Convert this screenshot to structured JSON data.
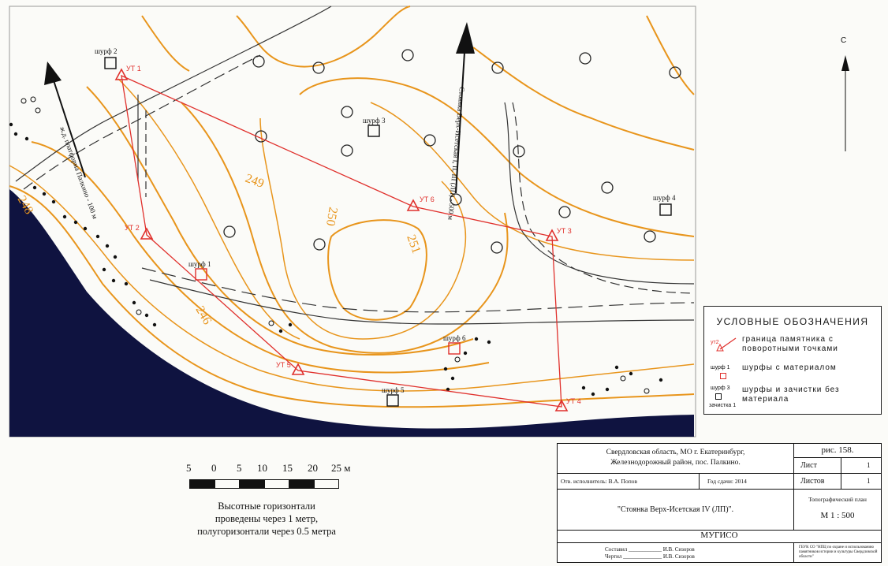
{
  "map": {
    "north_label": "С",
    "contour_labels": [
      "249",
      "250",
      "251",
      "248",
      "246"
    ],
    "points": [
      {
        "label": "УТ 1"
      },
      {
        "label": "УТ 2"
      },
      {
        "label": "УТ 3"
      },
      {
        "label": "УТ 4"
      },
      {
        "label": "УТ 5"
      },
      {
        "label": "УТ 6"
      }
    ],
    "pits": [
      {
        "label": "шурф 1",
        "type": "with-material"
      },
      {
        "label": "шурф 2",
        "type": "no-material"
      },
      {
        "label": "шурф 3",
        "type": "no-material"
      },
      {
        "label": "шурф 4",
        "type": "no-material"
      },
      {
        "label": "шурф 5",
        "type": "no-material"
      },
      {
        "label": "шурф 6",
        "type": "with-material"
      }
    ],
    "arrow_labels": [
      {
        "id": "rail",
        "text": "ж.д. платформа Палкино - 100 м"
      },
      {
        "id": "site",
        "text": "Стоянка Верх-Исетская I, II, III (ЛП) - 500 м"
      }
    ],
    "colors": {
      "contour": "#e8951c",
      "boundary": "#e0302c",
      "water": "#0f1340",
      "road": "#333333"
    }
  },
  "legend": {
    "title": "УСЛОВНЫЕ ОБОЗНАЧЕНИЯ",
    "items": [
      {
        "symbol_label": "ут2",
        "text": "граница памятника с поворотными точками"
      },
      {
        "symbol_label": "шурф 1",
        "text": "шурфы с материалом"
      },
      {
        "symbol_label": "шурф 3",
        "symbol_label2": "зачистка 1",
        "text": "шурфы и зачистки без материала"
      }
    ]
  },
  "scale": {
    "ticks": [
      "5",
      "0",
      "5",
      "10",
      "15",
      "20",
      "25 м"
    ],
    "caption": [
      "Высотные горизонтали",
      "проведены через 1 метр,",
      "полугоризонтали через 0.5 метра"
    ]
  },
  "title_block": {
    "location": [
      "Свердловская область, МО г. Екатеринбург,",
      "Железнодорожный район, пос. Палкино."
    ],
    "fig": "рис. 158.",
    "sheet_label": "Лист",
    "sheet_value": "1",
    "sheets_label": "Листов",
    "sheets_value": "1",
    "executor": "Отв. исполнитель: В.А. Попов",
    "year": "Год сдачи: 2014",
    "site_name": "\"Стоянка Верх-Исетская IV (ЛП)\".",
    "plan_type": "Топографический план",
    "scale": "М 1 : 500",
    "org": "МУГИСО",
    "compiled_label": "Составил",
    "compiled_by": "И.В. Сизоров",
    "drawn_label": "Чертил",
    "drawn_by": "И.В. Сизоров",
    "agency": "ГБУК СО \"НПЦ по охране и использованию памятников истории и культуры Свердловской области\""
  }
}
